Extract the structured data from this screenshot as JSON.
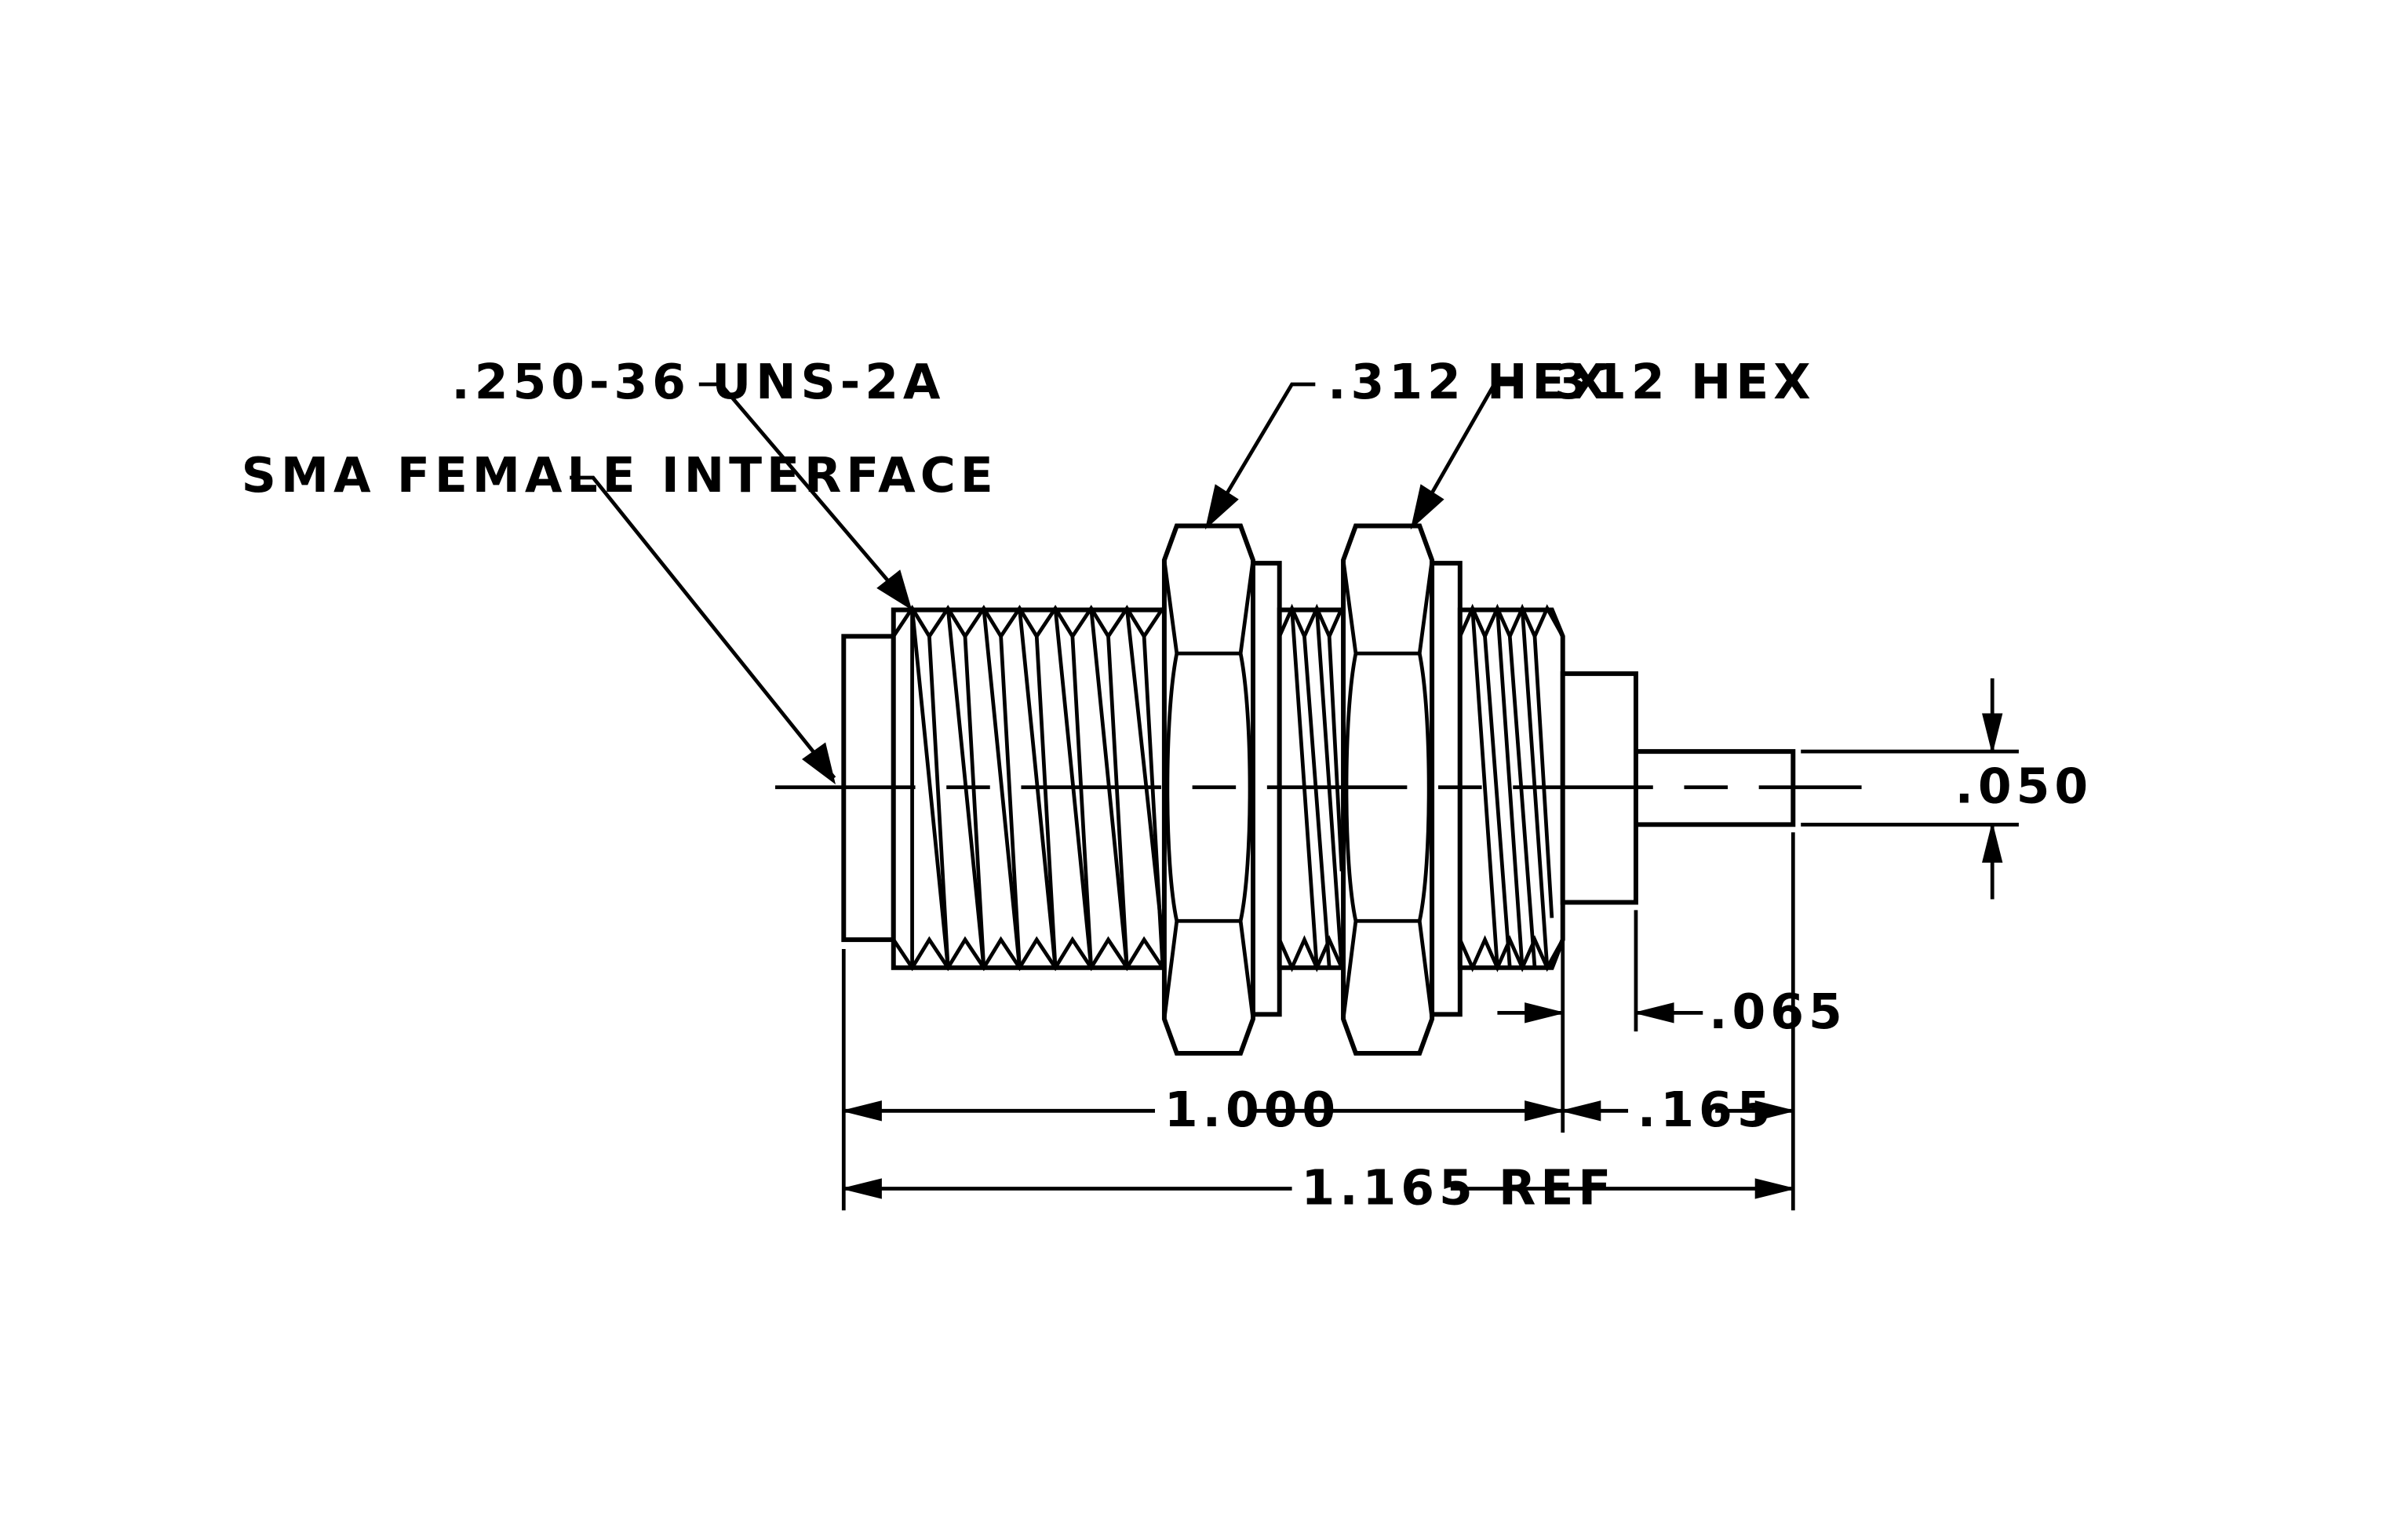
{
  "callouts": {
    "thread": ".250-36 UNS-2A",
    "interface": "SMA FEMALE INTERFACE",
    "hex_1": ".312 HEX",
    "hex_2": ".312 HEX"
  },
  "dimensions": {
    "body_length": "1.000",
    "pin_length": ".165",
    "overall_length": "1.165 REF",
    "shoulder": ".065",
    "pin_diameter": ".050"
  }
}
